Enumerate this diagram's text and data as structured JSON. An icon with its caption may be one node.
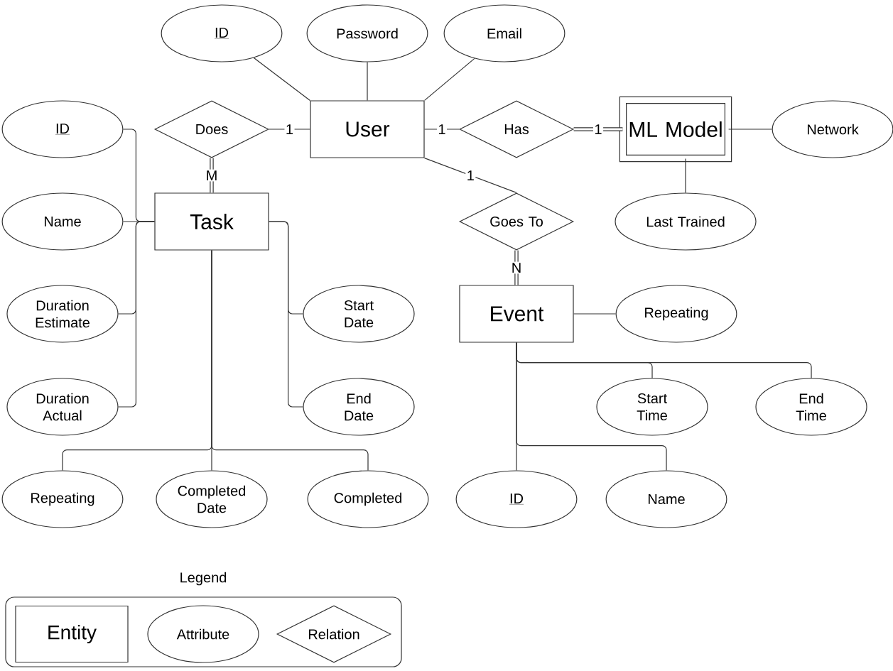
{
  "diagram": {
    "nodes": [
      {
        "text": [
          "ID"
        ]
      },
      {
        "text": [
          "Password"
        ]
      },
      {
        "text": [
          "Email"
        ]
      },
      {
        "text": [
          "ID"
        ]
      },
      {
        "text": [
          "Does"
        ]
      },
      {
        "text": [
          "User"
        ]
      },
      {
        "text": [
          "Has"
        ]
      },
      {
        "text": [
          "ML Model"
        ]
      },
      {
        "text": [
          "Network"
        ]
      },
      {
        "text": [
          "Name"
        ]
      },
      {
        "text": [
          "Task"
        ]
      },
      {
        "text": [
          "Goes To"
        ]
      },
      {
        "text": [
          "Last Trained"
        ]
      },
      {
        "text": [
          "Duration Estimate"
        ]
      },
      {
        "text": [
          "Start Date"
        ]
      },
      {
        "text": [
          "Event"
        ]
      },
      {
        "text": [
          "Repeating"
        ]
      },
      {
        "text": [
          "Duration Actual"
        ]
      },
      {
        "text": [
          "End Date"
        ]
      },
      {
        "text": [
          "Start Time"
        ]
      },
      {
        "text": [
          "End Time"
        ]
      },
      {
        "text": [
          "Repeating"
        ]
      },
      {
        "text": [
          "Completed Date"
        ]
      },
      {
        "text": [
          "Completed"
        ]
      },
      {
        "text": [
          "ID"
        ]
      },
      {
        "text": [
          "Name"
        ]
      }
    ],
    "edges": [
      {
        "from": 5,
        "to": 0,
        "arrow": "none"
      },
      {
        "from": 5,
        "to": 1,
        "arrow": "none"
      },
      {
        "from": 5,
        "to": 2,
        "arrow": "none"
      },
      {
        "from": 4,
        "to": 5,
        "arrow": "none",
        "label": "1"
      },
      {
        "from": 4,
        "to": 10,
        "arrow": "none",
        "label": "M",
        "style": "thick"
      },
      {
        "from": 5,
        "to": 6,
        "arrow": "none",
        "label": "1"
      },
      {
        "from": 6,
        "to": 7,
        "arrow": "none",
        "label": "1",
        "style": "thick"
      },
      {
        "from": 7,
        "to": 8,
        "arrow": "none"
      },
      {
        "from": 7,
        "to": 12,
        "arrow": "none"
      },
      {
        "from": 5,
        "to": 11,
        "arrow": "none",
        "label": "1"
      },
      {
        "from": 11,
        "to": 15,
        "arrow": "none",
        "label": "N",
        "style": "thick"
      },
      {
        "from": 10,
        "to": 3,
        "arrow": "none"
      },
      {
        "from": 10,
        "to": 9,
        "arrow": "none"
      },
      {
        "from": 10,
        "to": 13,
        "arrow": "none"
      },
      {
        "from": 10,
        "to": 17,
        "arrow": "none"
      },
      {
        "from": 10,
        "to": 14,
        "arrow": "none"
      },
      {
        "from": 10,
        "to": 18,
        "arrow": "none"
      },
      {
        "from": 10,
        "to": 21,
        "arrow": "none"
      },
      {
        "from": 10,
        "to": 22,
        "arrow": "none"
      },
      {
        "from": 10,
        "to": 23,
        "arrow": "none"
      },
      {
        "from": 15,
        "to": 16,
        "arrow": "none"
      },
      {
        "from": 15,
        "to": 19,
        "arrow": "none"
      },
      {
        "from": 15,
        "to": 20,
        "arrow": "none"
      },
      {
        "from": 15,
        "to": 24,
        "arrow": "none"
      },
      {
        "from": 15,
        "to": 25,
        "arrow": "none"
      }
    ],
    "labels": [
      "Legend"
    ],
    "legend": [
      {
        "text": "Entity"
      },
      {
        "text": "Attribute"
      },
      {
        "text": "Relation"
      }
    ]
  }
}
